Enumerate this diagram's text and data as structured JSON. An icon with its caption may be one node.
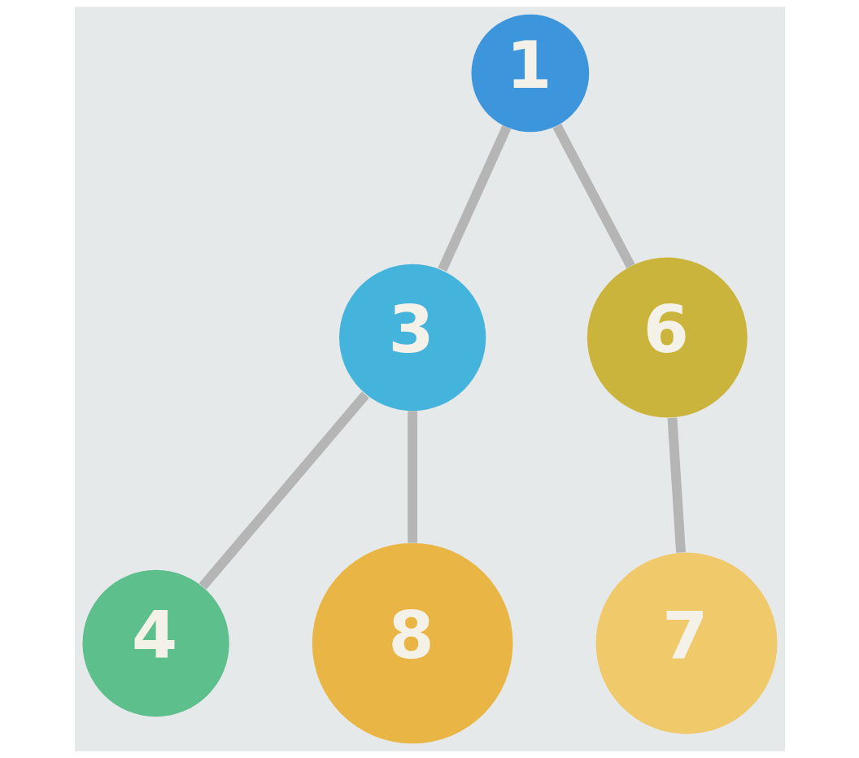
{
  "diagram": {
    "nodes": [
      {
        "text": [
          "1"
        ]
      },
      {
        "text": [
          "3"
        ]
      },
      {
        "text": [
          "6"
        ]
      },
      {
        "text": [
          "4"
        ]
      },
      {
        "text": [
          "8"
        ]
      },
      {
        "text": [
          "7"
        ]
      }
    ],
    "edges": [
      {
        "from": 0,
        "to": 1,
        "arrow": "none"
      },
      {
        "from": 0,
        "to": 2,
        "arrow": "none"
      },
      {
        "from": 1,
        "to": 3,
        "arrow": "none"
      },
      {
        "from": 1,
        "to": 4,
        "arrow": "none"
      },
      {
        "from": 2,
        "to": 5,
        "arrow": "none"
      }
    ]
  }
}
